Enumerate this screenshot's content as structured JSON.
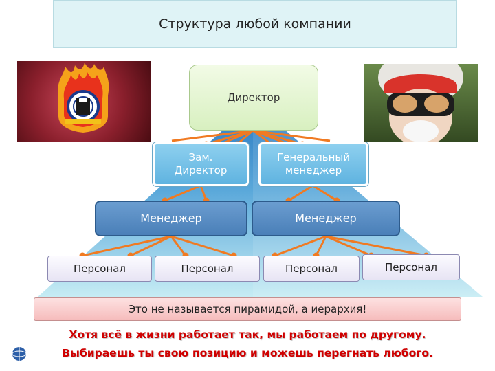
{
  "header": {
    "title": "Структура любой компании"
  },
  "levels": {
    "director": "Директор",
    "deputy_line1": "Зам.",
    "deputy_line2": "Директор",
    "general_manager_line1": "Генеральный",
    "general_manager_line2": "менеджер",
    "managers": [
      "Менеджер",
      "Менеджер"
    ],
    "staff": [
      "Персонал",
      "Персонал",
      "Персонал",
      "Персонал"
    ]
  },
  "banner": {
    "text": "Это не называется пирамидой, а иерархия!"
  },
  "footer": {
    "line1": "Хотя всё в жизни работает так, мы работаем по другому.",
    "line2": "Выбираешь ты свою позицию и можешь перегнать любого."
  },
  "images": {
    "left": "fire-service-emblem",
    "right": "firefighter-with-goggles-photo",
    "bottom_left": "small-globe-logo"
  },
  "colors": {
    "pyramid_top": "#2a78c0",
    "pyramid_bottom": "#bde6f1",
    "arrow": "#f07a22",
    "footer_text": "#d00000"
  }
}
